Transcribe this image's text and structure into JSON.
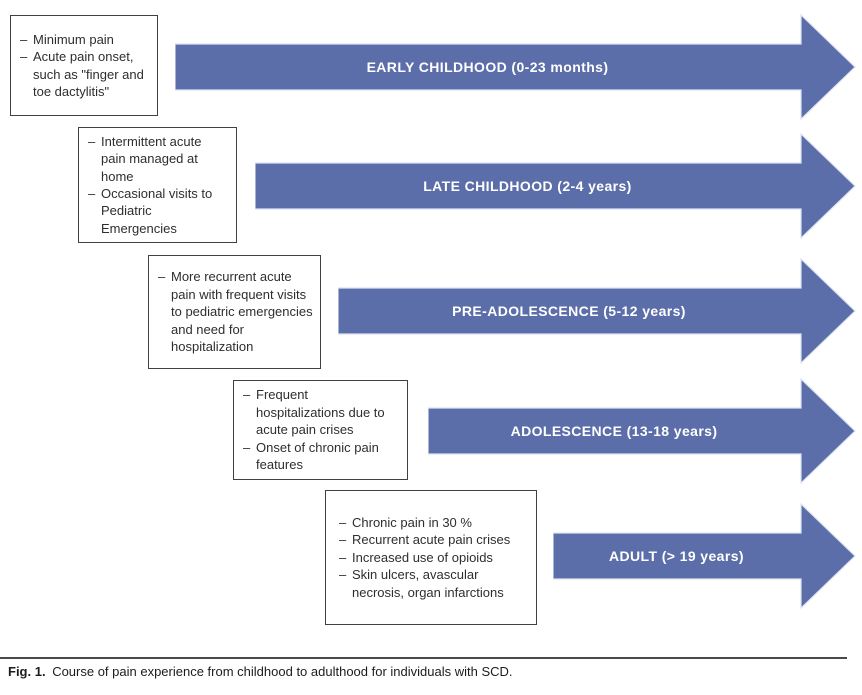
{
  "figure": {
    "caption_label": "Fig. 1.",
    "caption_text": "Course of pain experience from childhood to adulthood for individuals with SCD."
  },
  "diagram": {
    "bullet_marker": "–",
    "colors": {
      "arrow_fill": "#5b6ea9",
      "arrow_edge": "#dce2f2",
      "box_border": "#414141",
      "text": "#2e2e2e"
    },
    "stages": [
      {
        "label": "EARLY CHILDHOOD (0-23 months)",
        "bullets": [
          "Minimum pain",
          "Acute pain onset, such as \"finger and toe dactylitis\""
        ]
      },
      {
        "label": "LATE CHILDHOOD (2-4 years)",
        "bullets": [
          "Intermittent acute pain managed at home",
          "Occasional visits to Pediatric Emergencies"
        ]
      },
      {
        "label": "PRE-ADOLESCENCE (5-12 years)",
        "bullets": [
          "More recurrent acute pain with frequent visits to pediatric emergencies and need for hospitalization"
        ]
      },
      {
        "label": "ADOLESCENCE (13-18 years)",
        "bullets": [
          "Frequent hospitalizations due to acute pain crises",
          "Onset of chronic pain features"
        ]
      },
      {
        "label": "ADULT (> 19 years)",
        "bullets": [
          "Chronic pain in 30 %",
          "Recurrent acute pain crises",
          "Increased use of opioids",
          "Skin ulcers, avascular necrosis, organ infarctions"
        ]
      }
    ]
  }
}
